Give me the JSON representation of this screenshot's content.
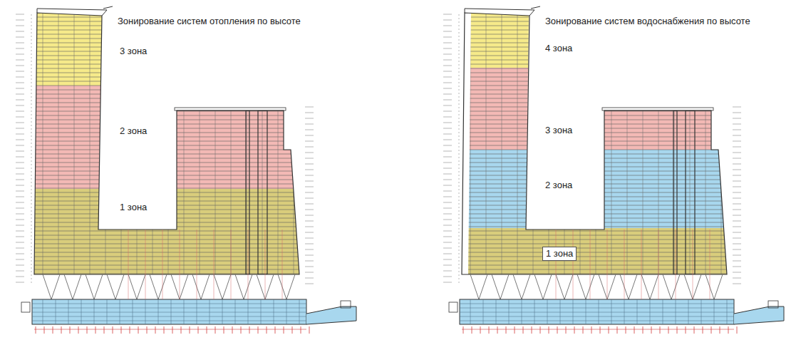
{
  "diagram": {
    "labels": [
      "Зонирование систем отопления по высоте",
      "3 зона",
      "2 зона",
      "1 зона",
      "Зонирование систем водоснабжения по высоте",
      "4 зона",
      "3 зона",
      "2 зона",
      "1 зона"
    ]
  }
}
